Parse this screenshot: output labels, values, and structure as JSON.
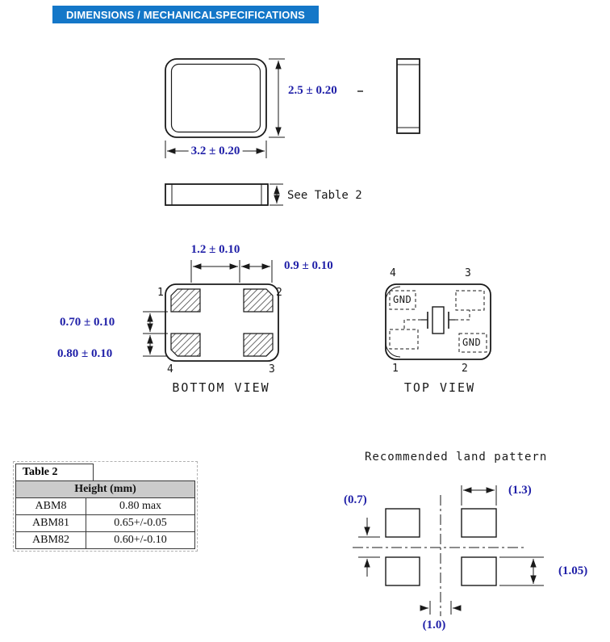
{
  "header": {
    "title": "DIMENSIONS / MECHANICALSPECIFICATIONS"
  },
  "package_views": {
    "dim_height": "2.5 ± 0.20",
    "dim_width": "3.2 ± 0.20",
    "side_note": "See Table 2"
  },
  "bottom_view": {
    "label": "BOTTOM VIEW",
    "dim_top": "1.2 ± 0.10",
    "dim_pad_width": "0.9 ± 0.10",
    "dim_left_upper": "0.70 ± 0.10",
    "dim_left_lower": "0.80 ± 0.10",
    "pins": {
      "tl": "1",
      "tr": "2",
      "bl": "4",
      "br": "3"
    }
  },
  "top_view": {
    "label": "TOP VIEW",
    "gnd_top": "GND",
    "gnd_bottom": "GND",
    "pins": {
      "tl": "4",
      "tr": "3",
      "bl": "1",
      "br": "2"
    }
  },
  "table2": {
    "title": "Table 2",
    "column_header": "Height (mm)",
    "rows": [
      {
        "model": "ABM8",
        "height": "0.80 max"
      },
      {
        "model": "ABM81",
        "height": "0.65+/-0.05"
      },
      {
        "model": "ABM82",
        "height": "0.60+/-0.10"
      }
    ]
  },
  "land_pattern": {
    "title": "Recommended land pattern",
    "dim_left": "(0.7)",
    "dim_top": "(1.3)",
    "dim_right": "(1.05)",
    "dim_bottom": "(1.0)"
  },
  "colors": {
    "header_bg": "#1477c8",
    "dimension_text": "#2020a8",
    "line": "#1a1a1a",
    "table_header_bg": "#cbcbcb"
  }
}
